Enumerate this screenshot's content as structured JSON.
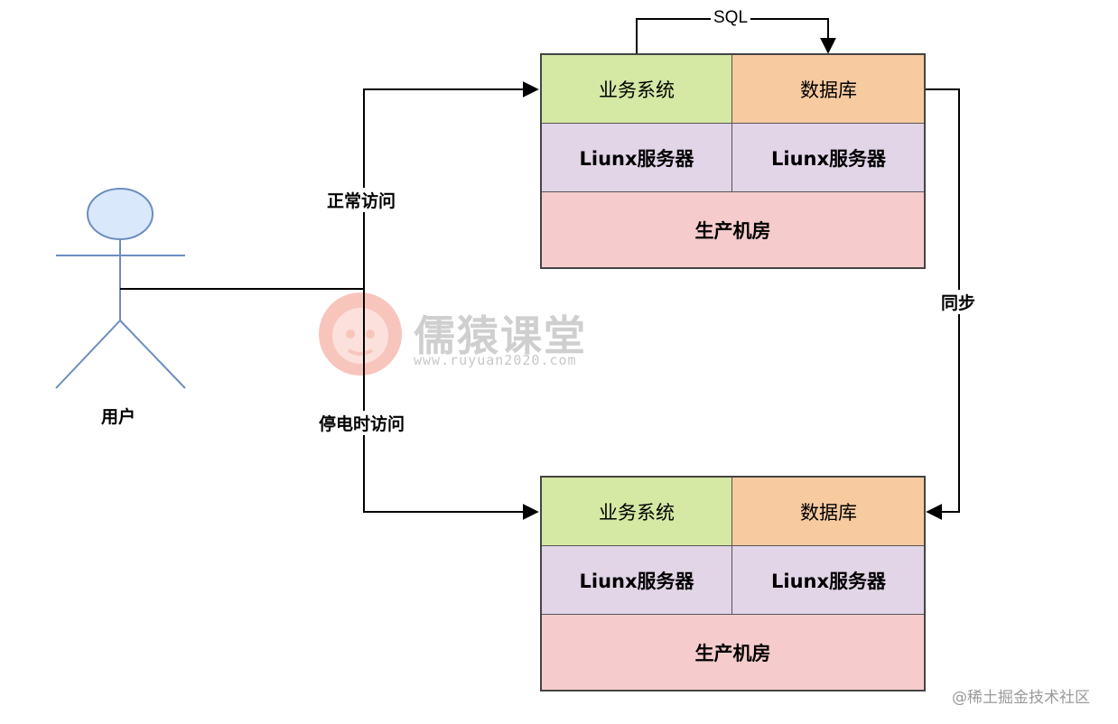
{
  "user": {
    "label": "用户"
  },
  "edges": {
    "normal_access": "正常访问",
    "outage_access": "停电时访问",
    "sync": "同步",
    "sql": "SQL"
  },
  "clusters": [
    {
      "biz": "业务系统",
      "db": "数据库",
      "server_left": "Liunx服务器",
      "server_right": "Liunx服务器",
      "room": "生产机房"
    },
    {
      "biz": "业务系统",
      "db": "数据库",
      "server_left": "Liunx服务器",
      "server_right": "Liunx服务器",
      "room": "生产机房"
    }
  ],
  "watermark": {
    "title": "儒猿课堂",
    "url": "www.ruyuan2020.com"
  },
  "credit": "@稀土掘金技术社区",
  "colors": {
    "biz": "#d5e8a4",
    "db": "#f7caa0",
    "server": "#e1d5e7",
    "room": "#f5cccb",
    "actor_fill": "#dae8fc",
    "actor_stroke": "#6c8ebf",
    "watermark_red": "#f3a89e"
  }
}
